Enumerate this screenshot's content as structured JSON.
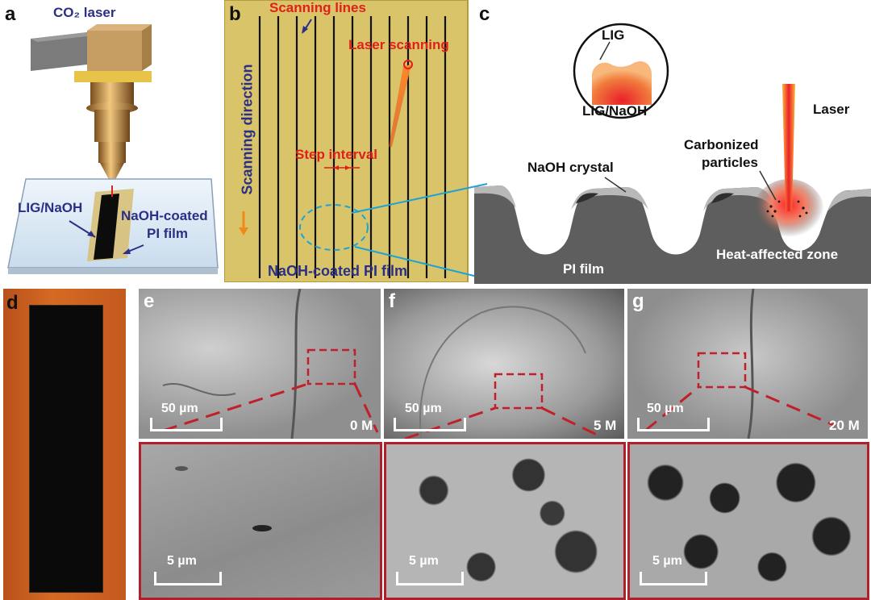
{
  "panels": {
    "a": {
      "letter": "a",
      "laser_label": "CO₂ laser",
      "lig_label": "LIG/NaOH",
      "film_label_1": "NaOH-coated",
      "film_label_2": "PI film"
    },
    "b": {
      "letter": "b",
      "scanning_lines": "Scanning lines",
      "laser_scanning": "Laser scanning",
      "scanning_direction": "Scanning direction",
      "step_interval": "Step interval",
      "film_label": "NaOH-coated PI film"
    },
    "c": {
      "letter": "c",
      "lig": "LIG",
      "lig_naoh": "LIG/NaOH",
      "laser": "Laser",
      "carbonized_1": "Carbonized",
      "carbonized_2": "particles",
      "naoh_crystal": "NaOH crystal",
      "pi_film": "PI film",
      "heat_zone": "Heat-affected zone"
    },
    "d": {
      "letter": "d"
    },
    "e": {
      "letter": "e",
      "scale_top": "50 µm",
      "conc": "0 M",
      "scale_bottom": "5 µm"
    },
    "f": {
      "letter": "f",
      "scale_top": "50 µm",
      "conc": "5 M",
      "scale_bottom": "5 µm"
    },
    "g": {
      "letter": "g",
      "scale_top": "50 µm",
      "conc": "20 M",
      "scale_bottom": "5 µm"
    }
  },
  "colors": {
    "gold_film": "#d9c46a",
    "laser_red": "#e0201a",
    "label_navy": "#2b2f86",
    "inset_border": "#b0202a",
    "pi_dark": "#5a5a5a"
  }
}
